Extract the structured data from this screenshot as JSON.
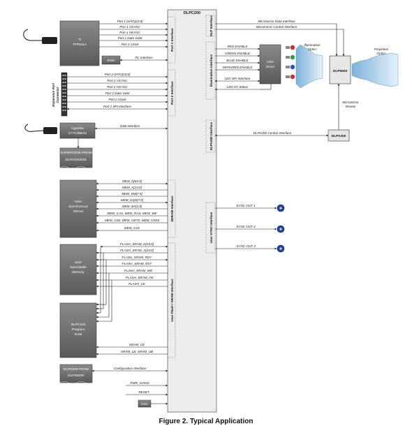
{
  "caption": "Figure 2.  Typical Application",
  "main": {
    "title": "DLPC200"
  },
  "interfaces": {
    "port1": "Port 1 Interface",
    "port2": "Port 2 Interface",
    "dual": "DLP Interface",
    "illum": "Illumination Interface",
    "dlpa": "DLPA200 Interface",
    "sync": "User SYNC Interface",
    "sdram": "SDRAM Interface",
    "flash": "User Flash / SRAM Interface"
  },
  "blocks": {
    "tfp": [
      "TI",
      "TFP401A"
    ],
    "edid": "EDID",
    "exp_conn": [
      "Expansion Port",
      "Connector"
    ],
    "cypress": [
      "Cypress",
      "CY7C68013"
    ],
    "eeprom1": [
      "SUPERCEDE PROM",
      "DLPR200/001"
    ],
    "sdram": [
      "User",
      "Synchronous",
      "DRAM"
    ],
    "nvm": [
      "User",
      "Nonvolatile",
      "Memory"
    ],
    "pram": [
      "DLPC200",
      "Program",
      "RAM"
    ],
    "eeprom2": [
      "DLPR200 PROM",
      "DLPR200F"
    ],
    "led": [
      "LED",
      "Driver"
    ],
    "dlp5500": "DLP5500",
    "dlpa200": "DLPA200",
    "osc": "OSC"
  },
  "labels": {
    "p1_data": "Port 1 DATA[23:0]",
    "p1_vsync": "Port 1 VSYNC",
    "p1_hsync": "Port 1 HSYNC",
    "p1_de": "Port 1 Data Valid",
    "p1_clk": "Port 1 Clock",
    "i2c": "I²C Interface",
    "p2_data": "Port 2 DATA[23:0]",
    "p2_vsync": "Port 2 VSYNC",
    "p2_hsync": "Port 2 HSYNC",
    "p2_de": "Port 2 Data Valid",
    "p2_clk": "Port 2 Clock",
    "p2_spi": "Port 2 SPI Interface",
    "usb": "USB Interface",
    "mem_dq": "MEM_D[63:0]",
    "mem_a": "MEM_A[13:0]",
    "mem_dm": "MEM_DM[7:0]",
    "mem_dqs": "MEM_DQS[7:0]",
    "mem_ba": "MEM_BA[2:0]",
    "mem_ctl": "MEM_CAS, MEM_RAS, MEM_WE",
    "mem_cs": "MEM_CS0, MEM_ODT0, MEM_CKE0",
    "mem_clk": "MEM_CLK",
    "flash_dq": "FLASH_SRAM_D[15:0]",
    "flash_a": "FLASH_SRAM_A[23:0]",
    "flash_rdy": "FLASH_SRAM_RDY",
    "flash_rst": "FLASH_SRAM_RST",
    "flash_we": "FLASH_SRAM_WE",
    "flash_oe": "FLASH_SRAM_OE",
    "flash_ce": "FLASH_CE",
    "sram_ce": "SRAM_CE",
    "sram_lb": "SRAM_LB, SRAM_UB",
    "config": "Configuration Interface",
    "pwr_good": "PWR_GOOD",
    "reset": "RESET",
    "red_en": "RED ENABLE",
    "green_en": "GREEN ENABLE",
    "blue_en": "BLUE ENABLE",
    "ir_en": "INFRARED ENABLE",
    "led_spi": "LED SPI Interface",
    "led_status": "LED I/O Status",
    "dlpa_ctrl": "DLPA200 Control Interface",
    "mirror_data": "Micromirror Data Interface",
    "mirror_ctrl": "Micromirror Control Interface",
    "mirror_reset": [
      "Micromirror",
      "Resets"
    ],
    "illum_optics": [
      "Illumination",
      "Optics"
    ],
    "proj_optics": [
      "Projection",
      "Optics"
    ],
    "sync1": "SYNC OUT 1",
    "sync2": "SYNC OUT 2",
    "sync3": "SYNC OUT 3"
  },
  "colors": {
    "block": "#6f6f6f",
    "main": "#ececec",
    "line": "#1a1a1a",
    "led_red": "#d42a2a",
    "led_green": "#2f9e3a",
    "led_blue": "#2a4fd4",
    "optics": "#aed0ea",
    "sync": "#223fa8"
  }
}
